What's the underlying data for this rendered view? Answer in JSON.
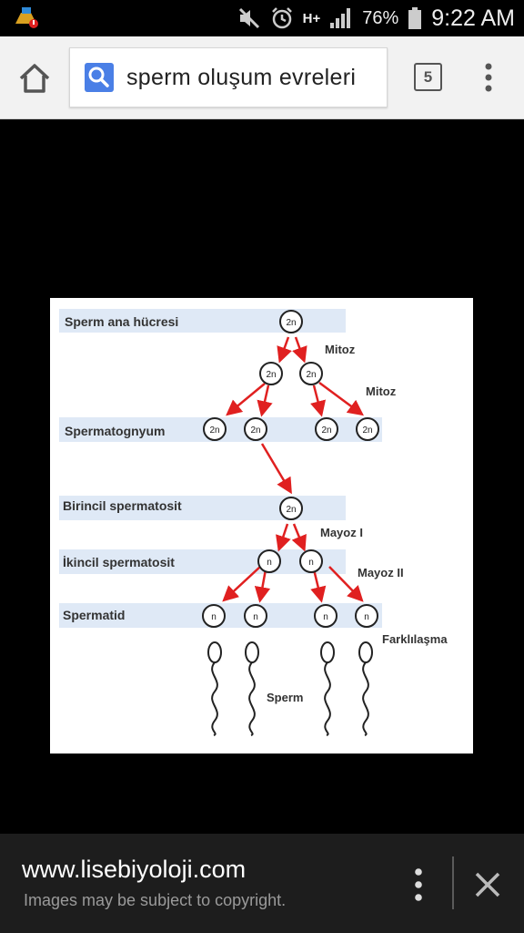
{
  "status_bar": {
    "battery": "76%",
    "network": "H+",
    "time": "9:22 AM"
  },
  "toolbar": {
    "search_query": "sperm oluşum evreleri",
    "tab_count": "5"
  },
  "diagram": {
    "rows": [
      "Sperm ana hücresi",
      "Spermatognyum",
      "Birincil spermatosit",
      "İkincil spermatosit",
      "Spermatid"
    ],
    "labels": {
      "mitoz_1": "Mitoz",
      "mitoz_2": "Mitoz",
      "mayoz_1": "Mayoz I",
      "mayoz_2": "Mayoz II",
      "farklilasma": "Farklılaşma",
      "sperm": "Sperm"
    },
    "cell_2n": "2n",
    "cell_n": "n"
  },
  "bottom_bar": {
    "site": "www.lisebiyoloji.com",
    "notice": "Images may be subject to copyright."
  }
}
